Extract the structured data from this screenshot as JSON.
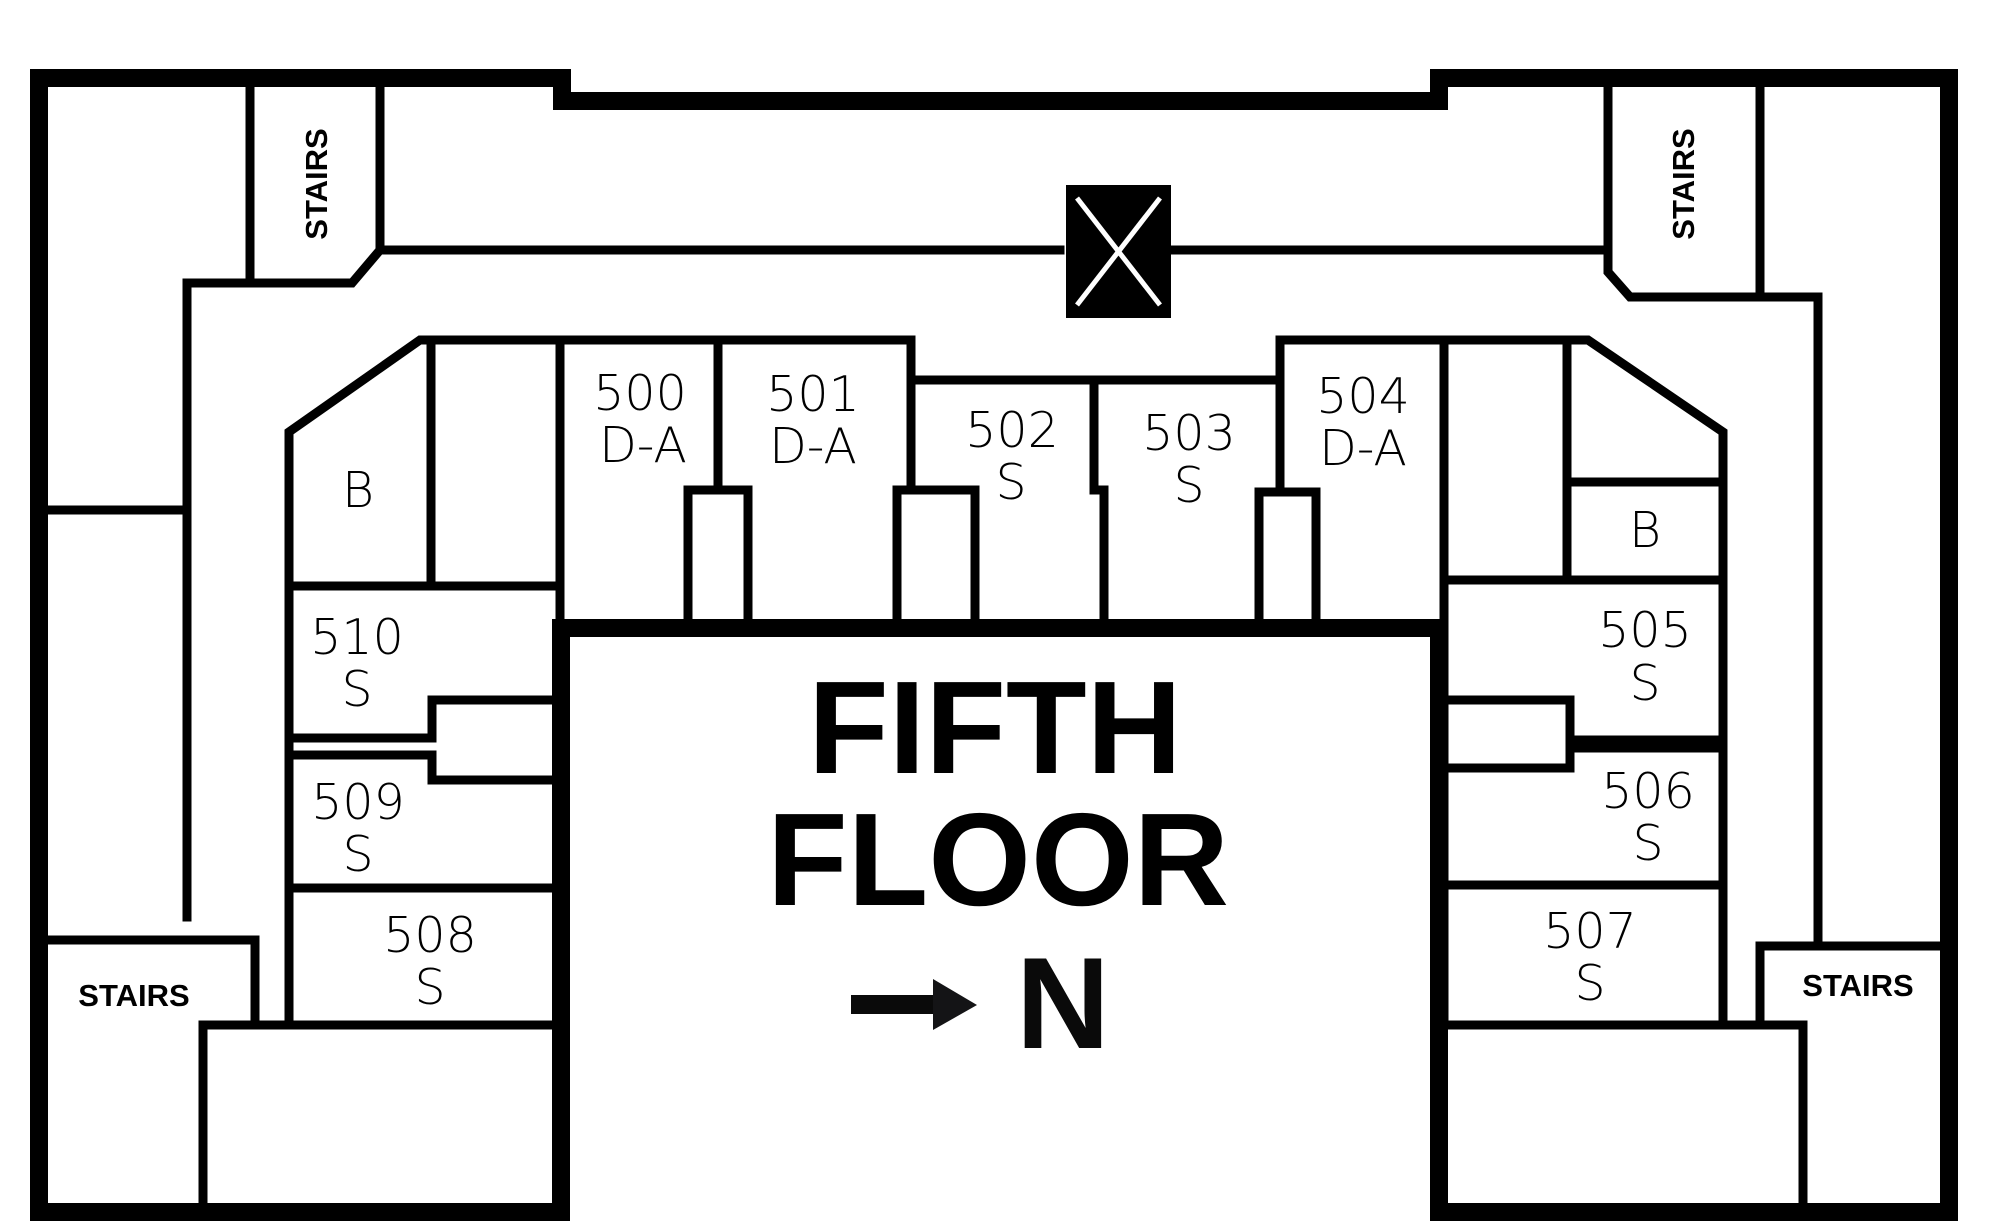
{
  "title": {
    "line1": "FIFTH",
    "line2": "FLOOR"
  },
  "compass": {
    "arrow": "arrow-right",
    "direction": "N"
  },
  "elevator": {
    "icon": "elevator-x-icon"
  },
  "stairs": [
    {
      "id": "stairs-nw",
      "label": "STAIRS",
      "orientation": "vertical"
    },
    {
      "id": "stairs-ne",
      "label": "STAIRS",
      "orientation": "vertical"
    },
    {
      "id": "stairs-sw",
      "label": "STAIRS",
      "orientation": "horizontal"
    },
    {
      "id": "stairs-se",
      "label": "STAIRS",
      "orientation": "horizontal"
    }
  ],
  "rooms": {
    "r500": {
      "number": "500",
      "type": "D-A"
    },
    "r501": {
      "number": "501",
      "type": "D-A"
    },
    "r502": {
      "number": "502",
      "type": "S"
    },
    "r503": {
      "number": "503",
      "type": "S"
    },
    "r504": {
      "number": "504",
      "type": "D-A"
    },
    "r505": {
      "number": "505",
      "type": "S"
    },
    "r506": {
      "number": "506",
      "type": "S"
    },
    "r507": {
      "number": "507",
      "type": "S"
    },
    "r508": {
      "number": "508",
      "type": "S"
    },
    "r509": {
      "number": "509",
      "type": "S"
    },
    "r510": {
      "number": "510",
      "type": "S"
    },
    "bath_west": {
      "label": "B"
    },
    "bath_east": {
      "label": "B"
    }
  },
  "colors": {
    "ink": "#000000",
    "background": "#ffffff"
  }
}
